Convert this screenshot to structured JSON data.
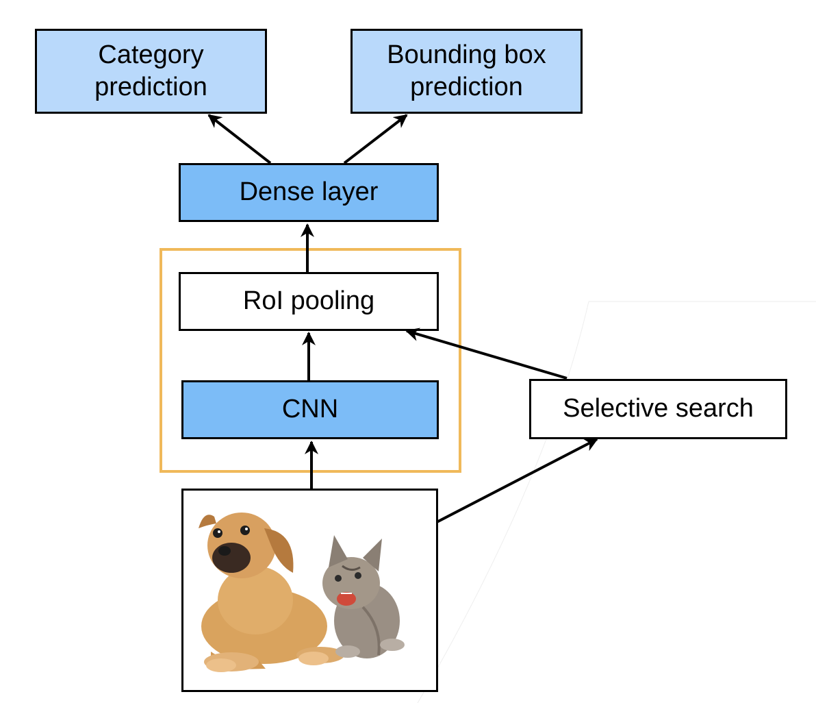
{
  "nodes": {
    "category_prediction": "Category\nprediction",
    "bbox_prediction": "Bounding box\nprediction",
    "dense_layer": "Dense layer",
    "roi_pooling": "RoI pooling",
    "cnn": "CNN",
    "selective_search": "Selective search"
  },
  "image": {
    "subjects": [
      "dog",
      "cat"
    ]
  },
  "colors": {
    "light_blue": "#b9d9fb",
    "blue": "#7cbcf7",
    "highlight": "#f0b95a"
  }
}
